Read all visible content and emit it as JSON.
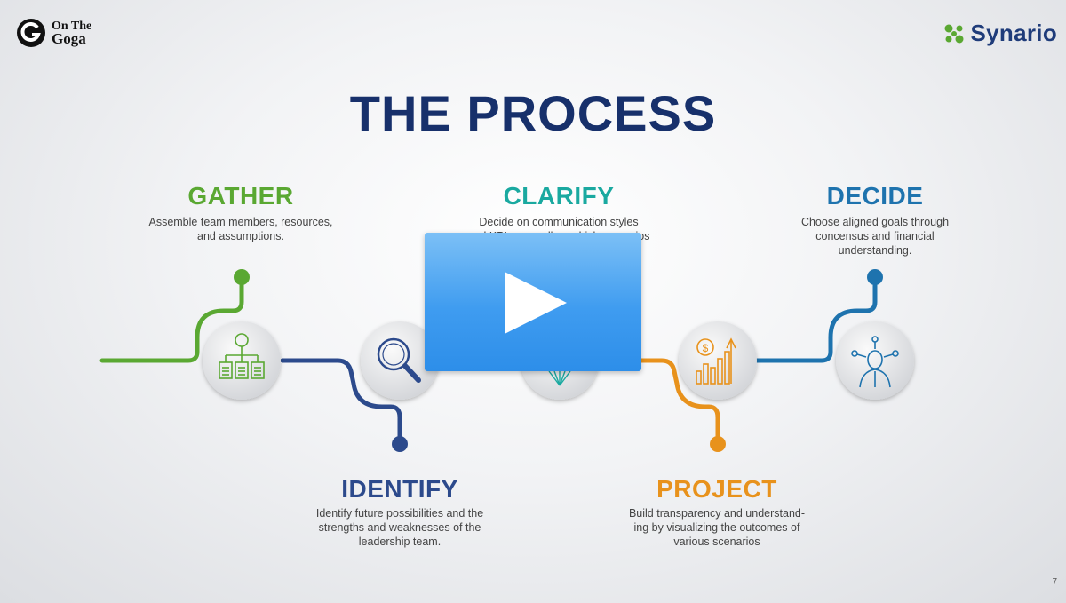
{
  "brand_left": {
    "line1": "On The",
    "line2": "Goga"
  },
  "brand_right": {
    "name": "Synario"
  },
  "title": "THE PROCESS",
  "steps": [
    {
      "title": "GATHER",
      "desc": [
        "Assemble team members, resources,",
        "and assumptions."
      ],
      "color": "#5aa832",
      "icon": "org-chart-icon"
    },
    {
      "title": "IDENTIFY",
      "desc": [
        "Identify future possibilities and the",
        "strengths and weaknesses of the",
        "leadership team."
      ],
      "color": "#2c4a8c",
      "icon": "magnifier-icon"
    },
    {
      "title": "CLARIFY",
      "desc": [
        "Decide on communication styles",
        "and KPIs, as well as which scenarios"
      ],
      "color": "#1aa9a0",
      "icon": "prism-icon"
    },
    {
      "title": "PROJECT",
      "desc": [
        "Build transparency and understand-",
        "ing by visualizing the outcomes of",
        "various scenarios"
      ],
      "color": "#e8921c",
      "icon": "growth-chart-icon"
    },
    {
      "title": "DECIDE",
      "desc": [
        "Choose aligned goals through",
        "concensus and financial",
        "understanding."
      ],
      "color": "#1e73ae",
      "icon": "network-person-icon"
    }
  ],
  "page_number": "7",
  "colors": {
    "title": "#17306b",
    "play_button": "#3f9cf0"
  }
}
